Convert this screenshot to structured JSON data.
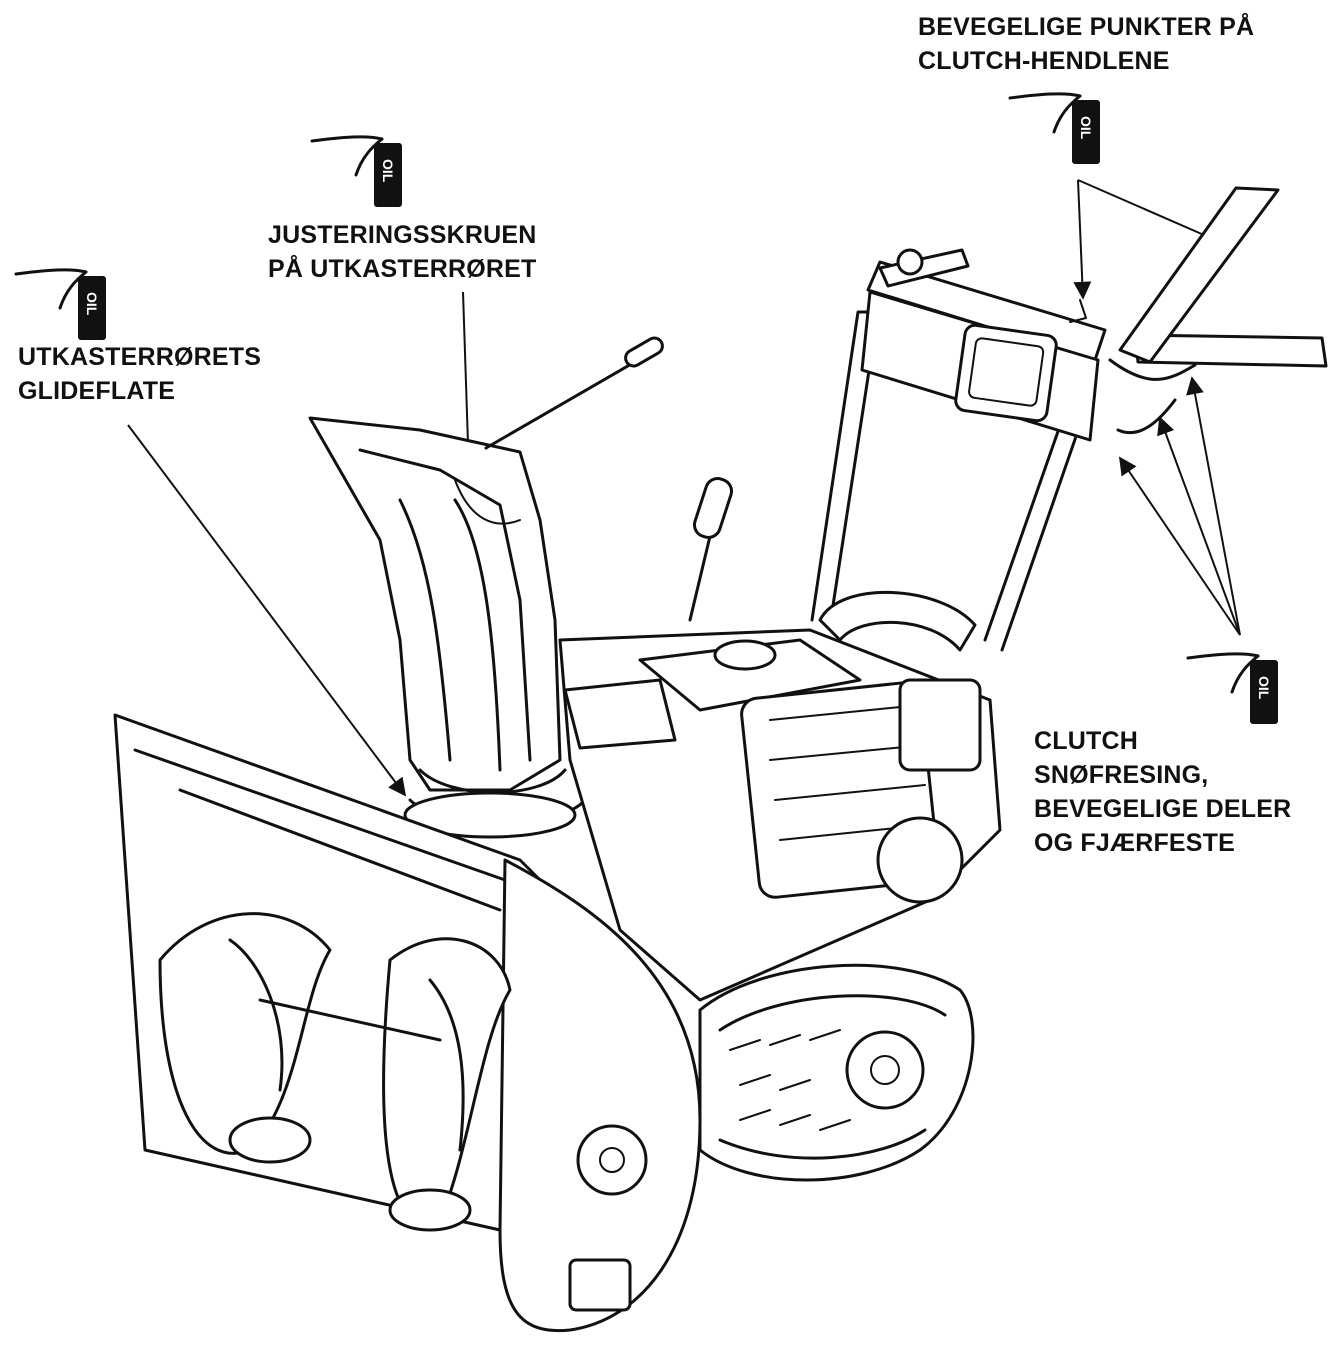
{
  "labels": {
    "pivot_points": [
      "BEVEGELIGE PUNKTER PÅ",
      "CLUTCH-HENDLENE"
    ],
    "adjust_screw": [
      "JUSTERINGSSKRUEN",
      "PÅ UTKASTERRØRET"
    ],
    "chute_surface": [
      "UTKASTERRØRETS",
      "GLIDEFLATE"
    ],
    "clutch_parts": [
      "CLUTCH",
      "SNØFRESING,",
      "BEVEGELIGE DELER",
      "OG FJÆRFESTE"
    ]
  },
  "oil_can_text": "OIL",
  "icons": [
    "oil-can-icon"
  ],
  "colors": {
    "ink": "#111111",
    "paper": "#ffffff"
  }
}
